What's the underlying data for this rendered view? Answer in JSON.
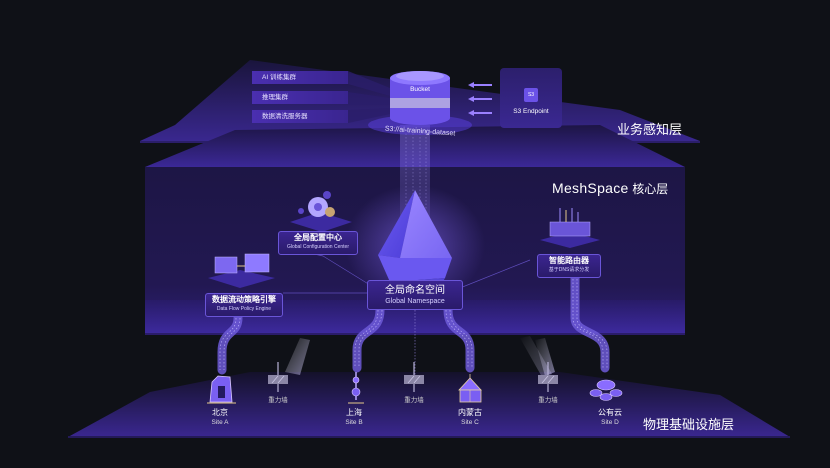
{
  "layers": {
    "business": {
      "title": "业务感知层"
    },
    "core": {
      "title_en": "MeshSpace",
      "title_cn": "核心层"
    },
    "infrastructure": {
      "title": "物理基础设施层"
    }
  },
  "business_layer": {
    "clients": [
      {
        "label": "AI 训练集群"
      },
      {
        "label": "推理集群"
      },
      {
        "label": "数据清洗服务器"
      }
    ],
    "bucket": {
      "label": "Bucket",
      "path": "S3://ai-training-dataset"
    },
    "endpoint": {
      "icon_text": "S3",
      "label": "S3 Endpoint"
    }
  },
  "core_layer": {
    "config_center": {
      "cn": "全局配置中心",
      "en": "Global Configuration Center"
    },
    "policy_engine": {
      "cn": "数据流动策略引擎",
      "en": "Data Flow Policy Engine"
    },
    "namespace": {
      "cn": "全局命名空间",
      "en": "Global Namespace"
    },
    "router": {
      "cn": "智能路由器",
      "en": "基于DNS请求分发"
    }
  },
  "infrastructure_layer": {
    "sites": [
      {
        "cn": "北京",
        "en": "Site A",
        "icon": "cctv-tower-icon"
      },
      {
        "cn": "上海",
        "en": "Site B",
        "icon": "oriental-pearl-tower-icon"
      },
      {
        "cn": "内蒙古",
        "en": "Site C",
        "icon": "yurt-icon"
      },
      {
        "cn": "公有云",
        "en": "Site D",
        "icon": "cloud-storage-icon"
      }
    ],
    "gravity_walls": [
      {
        "label": "重力墙"
      },
      {
        "label": "重力墙"
      },
      {
        "label": "重力墙"
      }
    ]
  },
  "colors": {
    "background": "#0f1117",
    "layer_purple": "#3d2a9a",
    "accent": "#7b5cff",
    "card_border": "#6a55d8"
  }
}
